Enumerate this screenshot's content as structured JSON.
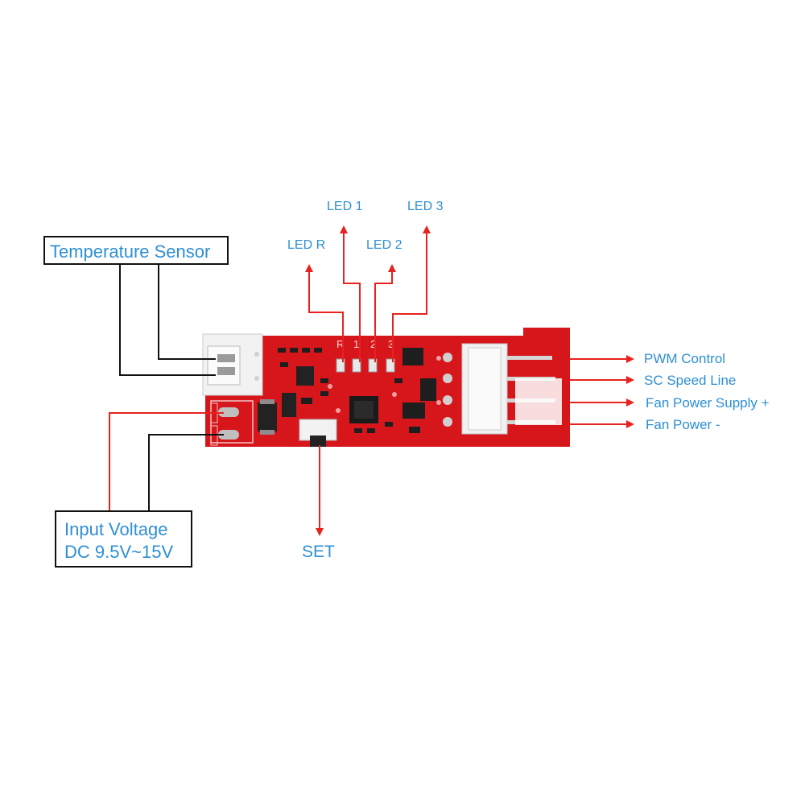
{
  "led_labels": {
    "led1": "LED 1",
    "led3": "LED 3",
    "ledr": "LED R",
    "led2": "LED 2"
  },
  "silkscreen": {
    "r": "R",
    "one": "1",
    "two": "2",
    "three": "3"
  },
  "temperature_sensor": "Temperature Sensor",
  "input_voltage": {
    "line1": "Input Voltage",
    "line2": "DC 9.5V~15V"
  },
  "set_label": "SET",
  "fan_pins": [
    "PWM Control",
    "SC Speed Line",
    "Fan Power Supply +",
    "Fan Power -"
  ],
  "colors": {
    "arrow": "#e8221e",
    "label_text": "#2f8fd4",
    "pcb": "#d7161c",
    "wire": "#111111"
  }
}
